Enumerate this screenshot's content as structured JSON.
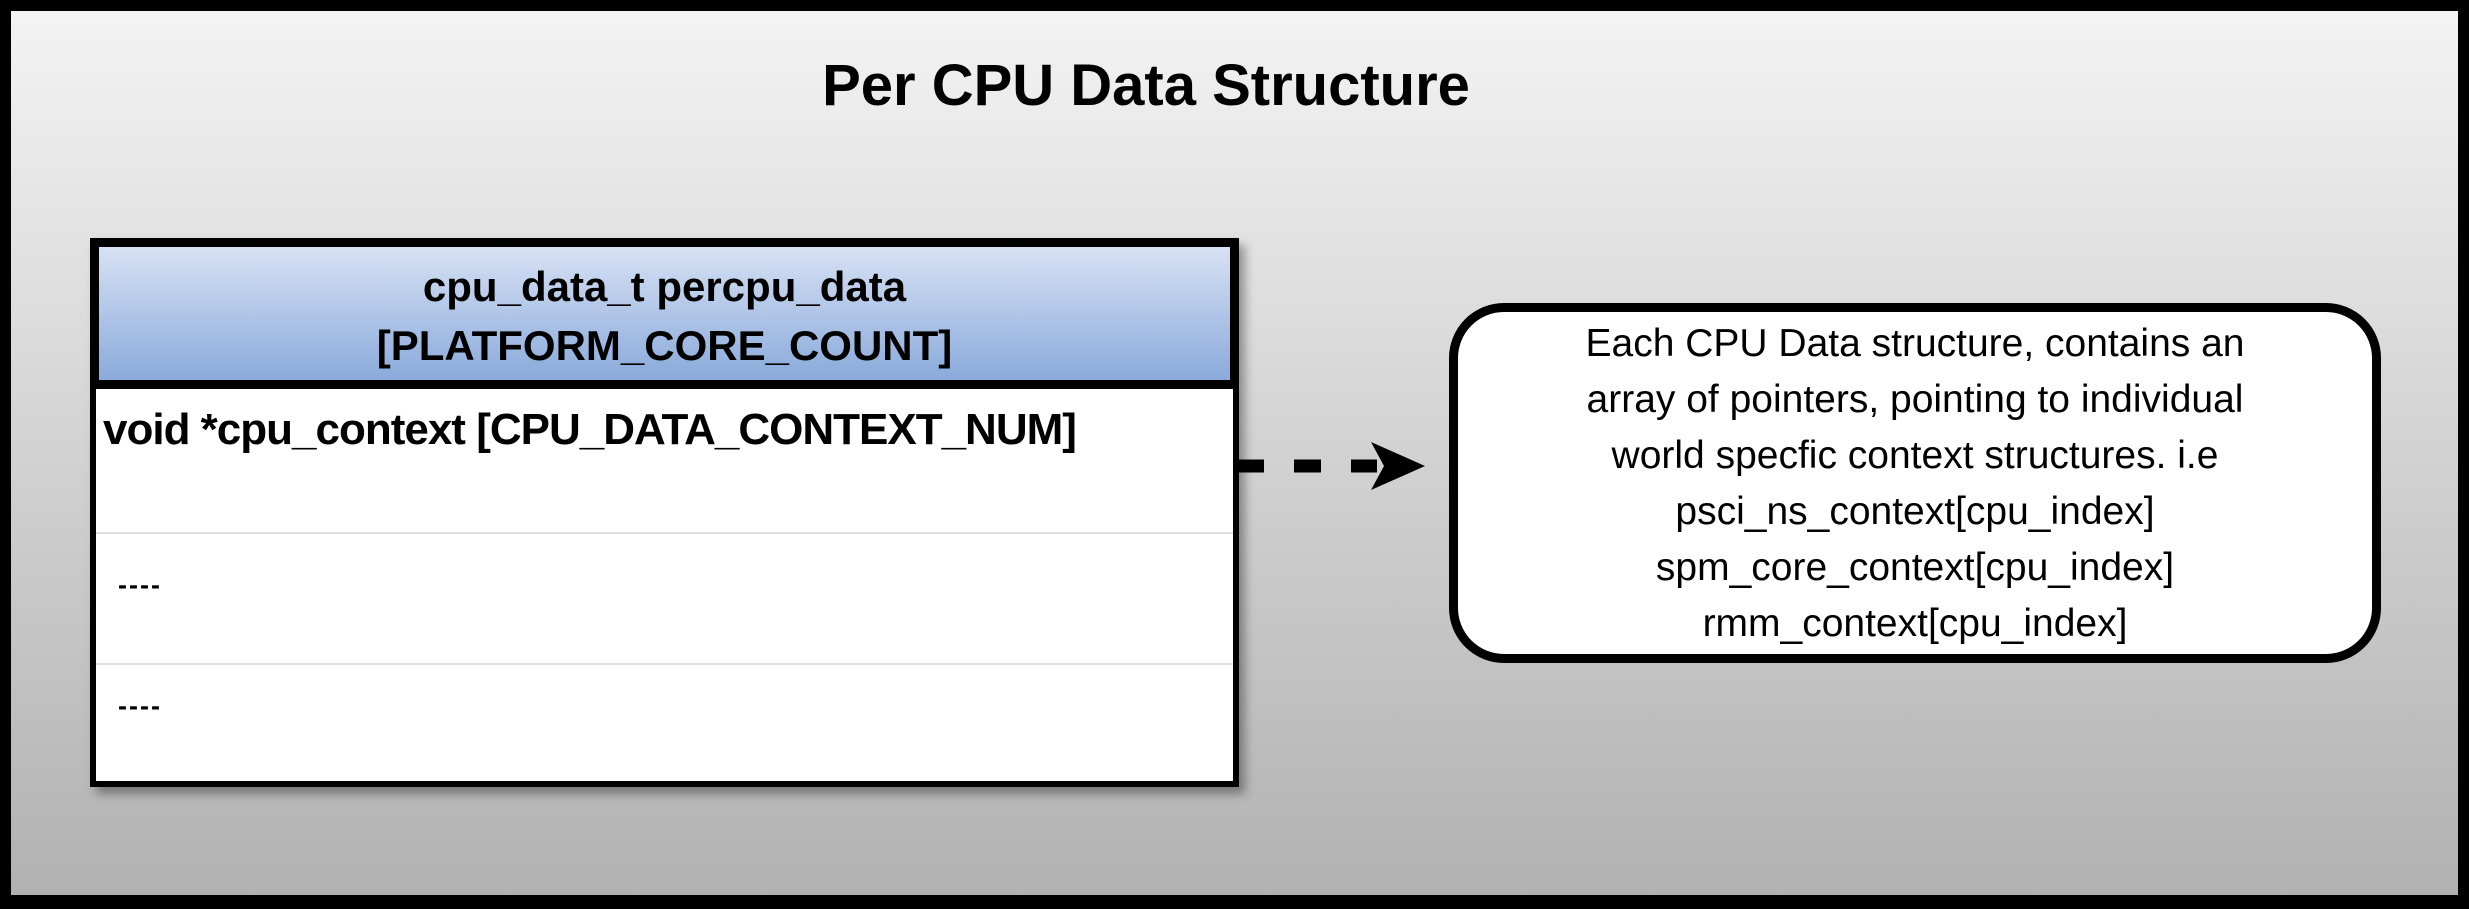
{
  "title": "Per CPU Data Structure",
  "table": {
    "header": "cpu_data_t percpu_data\n[PLATFORM_CORE_COUNT]",
    "rows": [
      {
        "label": "void *cpu_context [CPU_DATA_CONTEXT_NUM]"
      },
      {
        "label": "----"
      },
      {
        "label": "----"
      }
    ]
  },
  "connector": {
    "style": "dashed",
    "direction": "right",
    "from": "cpu_context row",
    "to": "callout note"
  },
  "callout": {
    "text": "Each CPU Data structure, contains an\narray of pointers, pointing to individual\nworld specfic context structures. i.e\npsci_ns_context[cpu_index]\nspm_core_context[cpu_index]\nrmm_context[cpu_index]"
  },
  "colors": {
    "background_top": "#f4f4f4",
    "background_bottom": "#b0b0b0",
    "frame_border": "#000000",
    "header_gradient_top": "#d7e1f4",
    "header_gradient_bottom": "#8aaadb",
    "table_background": "#ffffff",
    "divider": "#e0e0e0",
    "text": "#000000"
  }
}
